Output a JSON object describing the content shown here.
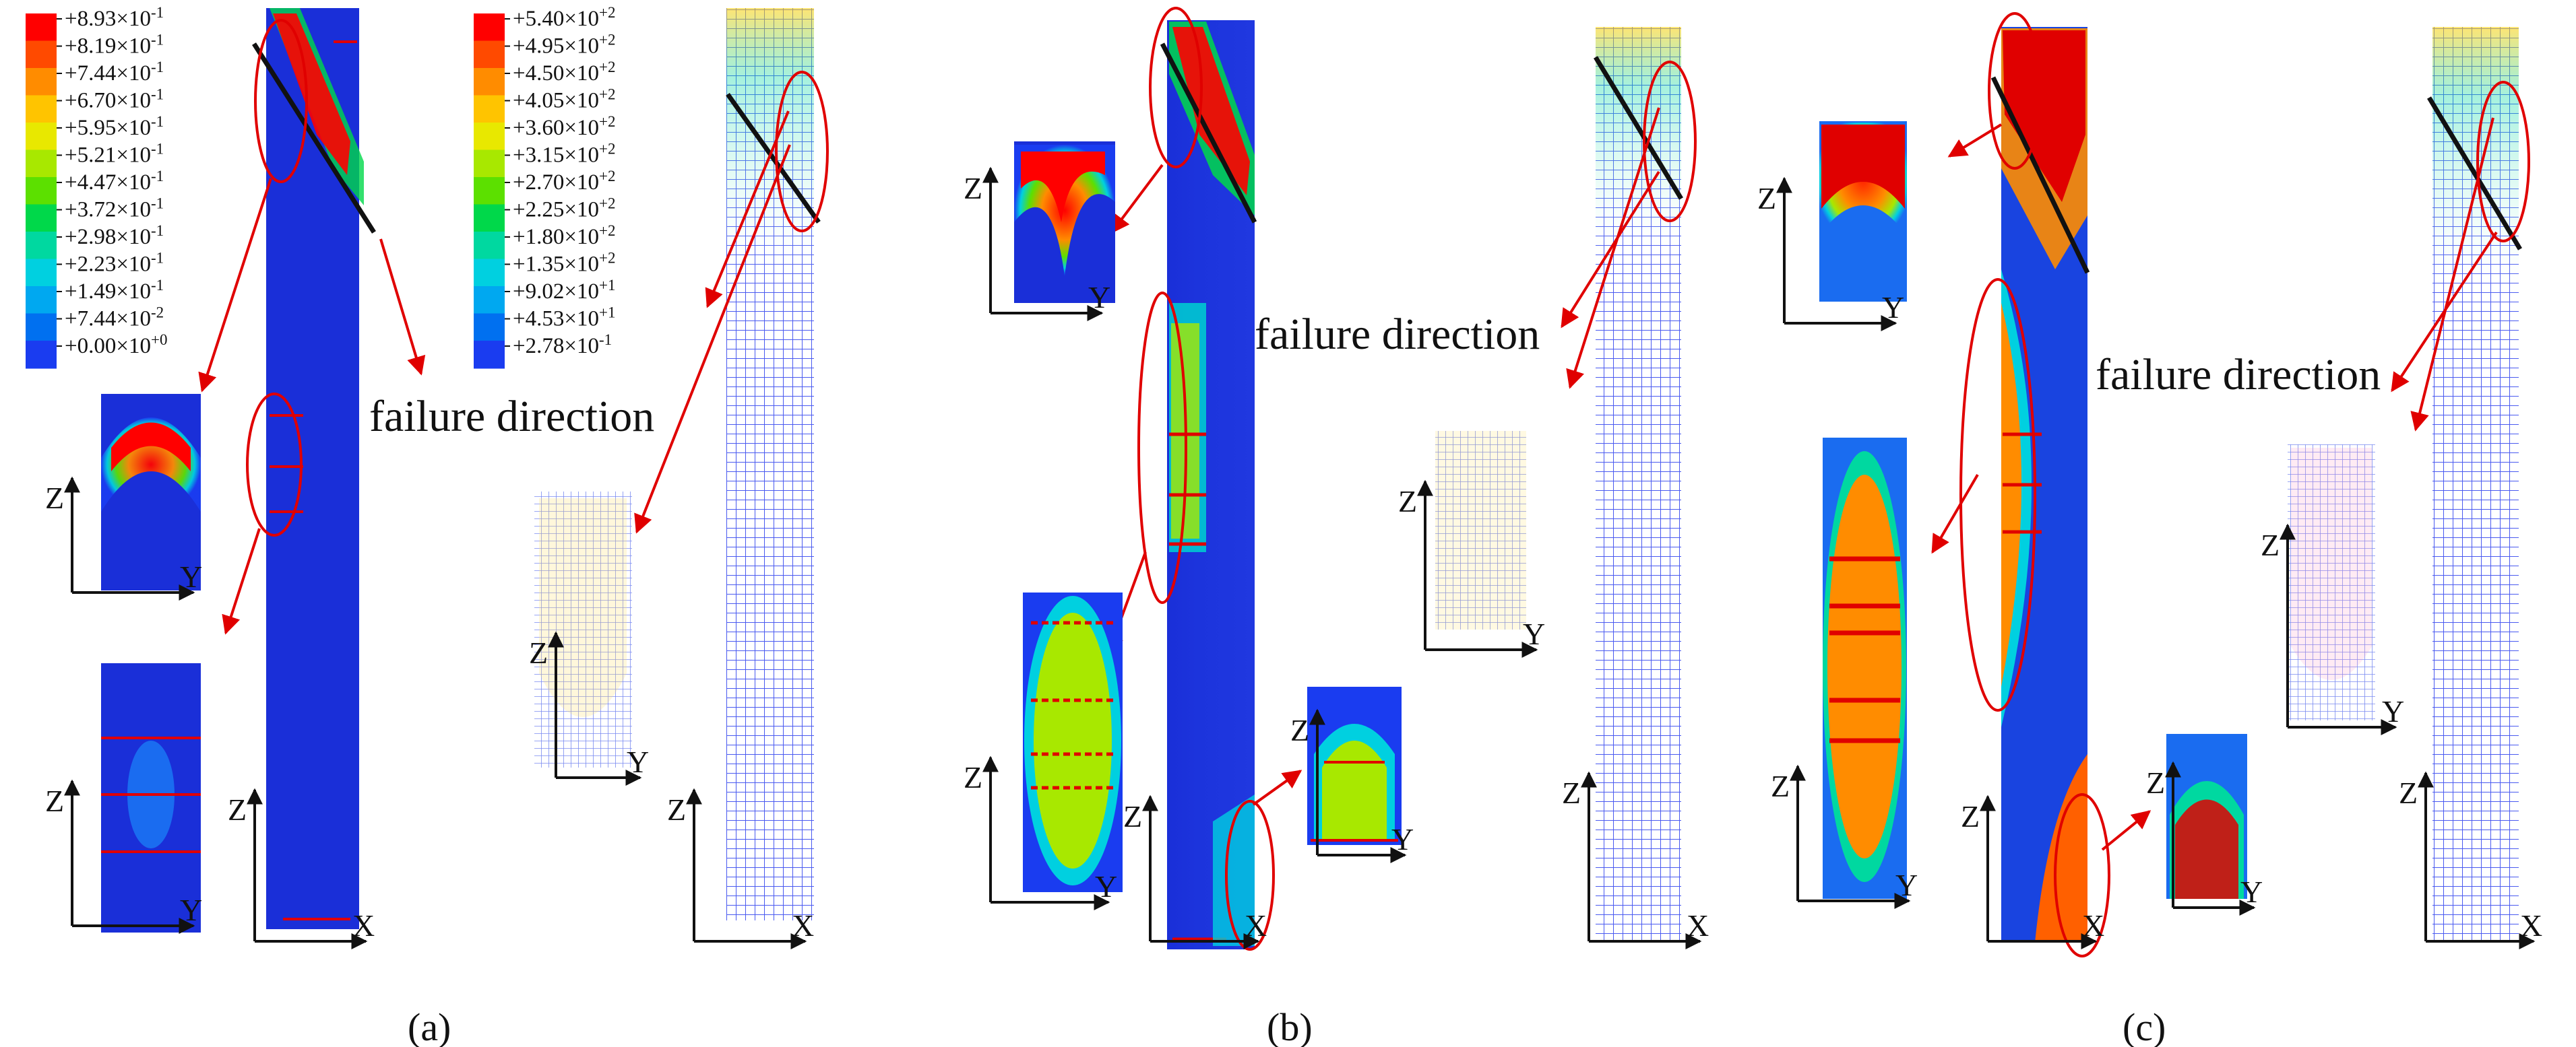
{
  "legends": [
    {
      "colors": [
        "#ff0000",
        "#ff4a00",
        "#ff8c00",
        "#ffc400",
        "#e8e800",
        "#a8e800",
        "#5ce000",
        "#00d84a",
        "#00d8a0",
        "#00d0e0",
        "#00a8f0",
        "#0070f0",
        "#1a3cf0"
      ],
      "values": [
        {
          "m": "+8.93",
          "e": "-1"
        },
        {
          "m": "+8.19",
          "e": "-1"
        },
        {
          "m": "+7.44",
          "e": "-1"
        },
        {
          "m": "+6.70",
          "e": "-1"
        },
        {
          "m": "+5.95",
          "e": "-1"
        },
        {
          "m": "+5.21",
          "e": "-1"
        },
        {
          "m": "+4.47",
          "e": "-1"
        },
        {
          "m": "+3.72",
          "e": "-1"
        },
        {
          "m": "+2.98",
          "e": "-1"
        },
        {
          "m": "+2.23",
          "e": "-1"
        },
        {
          "m": "+1.49",
          "e": "-1"
        },
        {
          "m": "+7.44",
          "e": "-2"
        },
        {
          "m": "+0.00",
          "e": "+0"
        }
      ]
    },
    {
      "colors": [
        "#ff0000",
        "#ff4a00",
        "#ff8c00",
        "#ffc400",
        "#e8e800",
        "#a8e800",
        "#5ce000",
        "#00d84a",
        "#00d8a0",
        "#00d0e0",
        "#00a8f0",
        "#0070f0",
        "#1a3cf0"
      ],
      "values": [
        {
          "m": "+5.40",
          "e": "+2"
        },
        {
          "m": "+4.95",
          "e": "+2"
        },
        {
          "m": "+4.50",
          "e": "+2"
        },
        {
          "m": "+4.05",
          "e": "+2"
        },
        {
          "m": "+3.60",
          "e": "+2"
        },
        {
          "m": "+3.15",
          "e": "+2"
        },
        {
          "m": "+2.70",
          "e": "+2"
        },
        {
          "m": "+2.25",
          "e": "+2"
        },
        {
          "m": "+1.80",
          "e": "+2"
        },
        {
          "m": "+1.35",
          "e": "+2"
        },
        {
          "m": "+9.02",
          "e": "+1"
        },
        {
          "m": "+4.53",
          "e": "+1"
        },
        {
          "m": "+2.78",
          "e": "-1"
        }
      ]
    }
  ],
  "annotations": {
    "failure_direction": "failure direction"
  },
  "axes": {
    "z": "Z",
    "y": "Y",
    "x": "X"
  },
  "panel_labels": [
    "(a)",
    "(b)",
    "(c)"
  ],
  "colors": {
    "column_blue": "#1a2fd8",
    "damage_red": "#ff0000",
    "callout_red": "#e00000",
    "mesh_blue": "#4a5af0"
  }
}
